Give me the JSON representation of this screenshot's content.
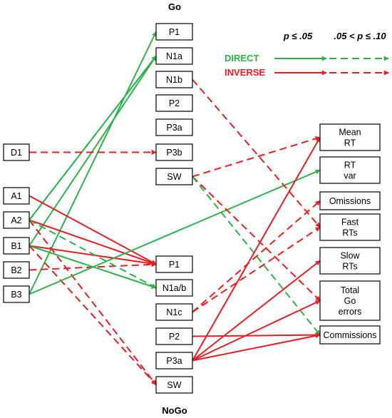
{
  "headers": {
    "go": "Go",
    "nogo": "NoGo"
  },
  "legend": {
    "sig_solid": "p ≤ .05",
    "sig_dashed": ".05 < p ≤ .10",
    "direct": {
      "label": "DIRECT",
      "color": "#2cb34a"
    },
    "inverse": {
      "label": "INVERSE",
      "color": "#ee1c23"
    }
  },
  "left_nodes": [
    "D1",
    "A1",
    "A2",
    "B1",
    "B2",
    "B3"
  ],
  "go_nodes": [
    "P1",
    "N1a",
    "N1b",
    "P2",
    "P3a",
    "P3b",
    "SW"
  ],
  "nogo_nodes": [
    "P1",
    "N1a/b",
    "N1c",
    "P2",
    "P3a",
    "SW"
  ],
  "outcome_nodes": [
    [
      "Mean",
      "RT"
    ],
    [
      "RT",
      "var"
    ],
    [
      "Omissions"
    ],
    [
      "Fast",
      "RTs"
    ],
    [
      "Slow",
      "RTs"
    ],
    [
      "Total",
      "Go",
      "errors"
    ],
    [
      "Commissions"
    ]
  ],
  "links": [
    {
      "from": "left.5",
      "to": "go.0",
      "type": "direct",
      "sig": "solid"
    },
    {
      "from": "left.2",
      "to": "go.1",
      "type": "direct",
      "sig": "solid"
    },
    {
      "from": "left.3",
      "to": "go.1",
      "type": "direct",
      "sig": "solid"
    },
    {
      "from": "left.2",
      "to": "go.1",
      "type": "direct",
      "sig": "dashed"
    },
    {
      "from": "left.0",
      "to": "go.5",
      "type": "inverse",
      "sig": "dashed"
    },
    {
      "from": "left.1",
      "to": "nogo.0",
      "type": "inverse",
      "sig": "solid"
    },
    {
      "from": "left.2",
      "to": "nogo.0",
      "type": "inverse",
      "sig": "solid"
    },
    {
      "from": "left.3",
      "to": "nogo.0",
      "type": "inverse",
      "sig": "solid"
    },
    {
      "from": "left.4",
      "to": "nogo.0",
      "type": "inverse",
      "sig": "dashed"
    },
    {
      "from": "left.3",
      "to": "nogo.1",
      "type": "direct",
      "sig": "solid"
    },
    {
      "from": "left.2",
      "to": "nogo.1",
      "type": "direct",
      "sig": "dashed"
    },
    {
      "from": "left.2",
      "to": "nogo.5",
      "type": "inverse",
      "sig": "dashed"
    },
    {
      "from": "left.3",
      "to": "nogo.5",
      "type": "inverse",
      "sig": "dashed"
    },
    {
      "from": "left.5",
      "to": "out.1",
      "type": "direct",
      "sig": "solid"
    },
    {
      "from": "go.2",
      "to": "out.3",
      "type": "inverse",
      "sig": "dashed"
    },
    {
      "from": "go.6",
      "to": "out.0",
      "type": "inverse",
      "sig": "dashed"
    },
    {
      "from": "go.6",
      "to": "out.5",
      "type": "inverse",
      "sig": "dashed"
    },
    {
      "from": "go.6",
      "to": "out.6",
      "type": "direct",
      "sig": "dashed"
    },
    {
      "from": "nogo.2",
      "to": "out.2",
      "type": "inverse",
      "sig": "dashed"
    },
    {
      "from": "nogo.2",
      "to": "out.3",
      "type": "inverse",
      "sig": "dashed"
    },
    {
      "from": "nogo.3",
      "to": "out.6",
      "type": "inverse",
      "sig": "solid"
    },
    {
      "from": "nogo.4",
      "to": "out.0",
      "type": "inverse",
      "sig": "solid"
    },
    {
      "from": "nogo.4",
      "to": "out.4",
      "type": "inverse",
      "sig": "solid"
    },
    {
      "from": "nogo.4",
      "to": "out.5",
      "type": "inverse",
      "sig": "solid"
    },
    {
      "from": "nogo.4",
      "to": "out.6",
      "type": "inverse",
      "sig": "solid"
    }
  ]
}
